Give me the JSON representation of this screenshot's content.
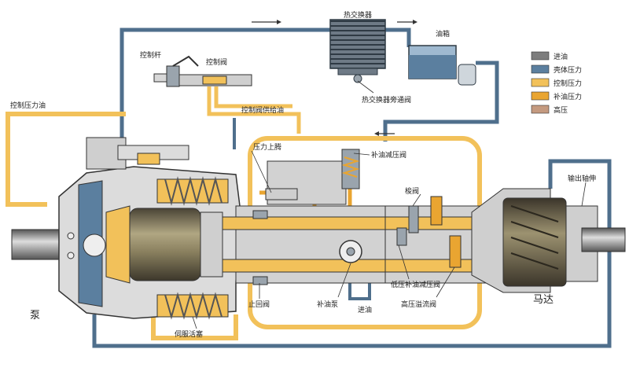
{
  "labels": {
    "heat_exchanger": "热交换器",
    "oil_tank": "油箱",
    "control_lever": "控制杆",
    "control_valve": "控制阀",
    "heat_exchanger_bypass": "热交换器旁通阀",
    "control_pressure_oil": "控制压力油",
    "control_valve_supply": "控制阀供给油",
    "pressure_rise": "压力上腾",
    "makeup_relief_valve": "补油减压阀",
    "shuttle_valve": "梭阀",
    "output_shaft": "输出轴伸",
    "check_valve": "止回阀",
    "makeup_pump": "补油泵",
    "oil_inlet": "进油",
    "low_pressure_makeup_relief": "低压补油减压阀",
    "high_pressure_overflow": "高压溢流阀",
    "pump": "泵",
    "servo_piston": "伺服活塞",
    "motor": "马达"
  },
  "legend": [
    {
      "label": "进油",
      "color": "#7d7d7d"
    },
    {
      "label": "壳体压力",
      "color": "#5b7f9f"
    },
    {
      "label": "控制压力",
      "color": "#f2c15a"
    },
    {
      "label": "补油压力",
      "color": "#e9a531"
    },
    {
      "label": "高压",
      "color": "#c49a80"
    }
  ],
  "colors": {
    "case_line": "#5b7f9f",
    "control_line": "#f2c15a",
    "makeup_line": "#e9a531",
    "housing": "#dcdcdc",
    "drum": "#8f8667"
  }
}
